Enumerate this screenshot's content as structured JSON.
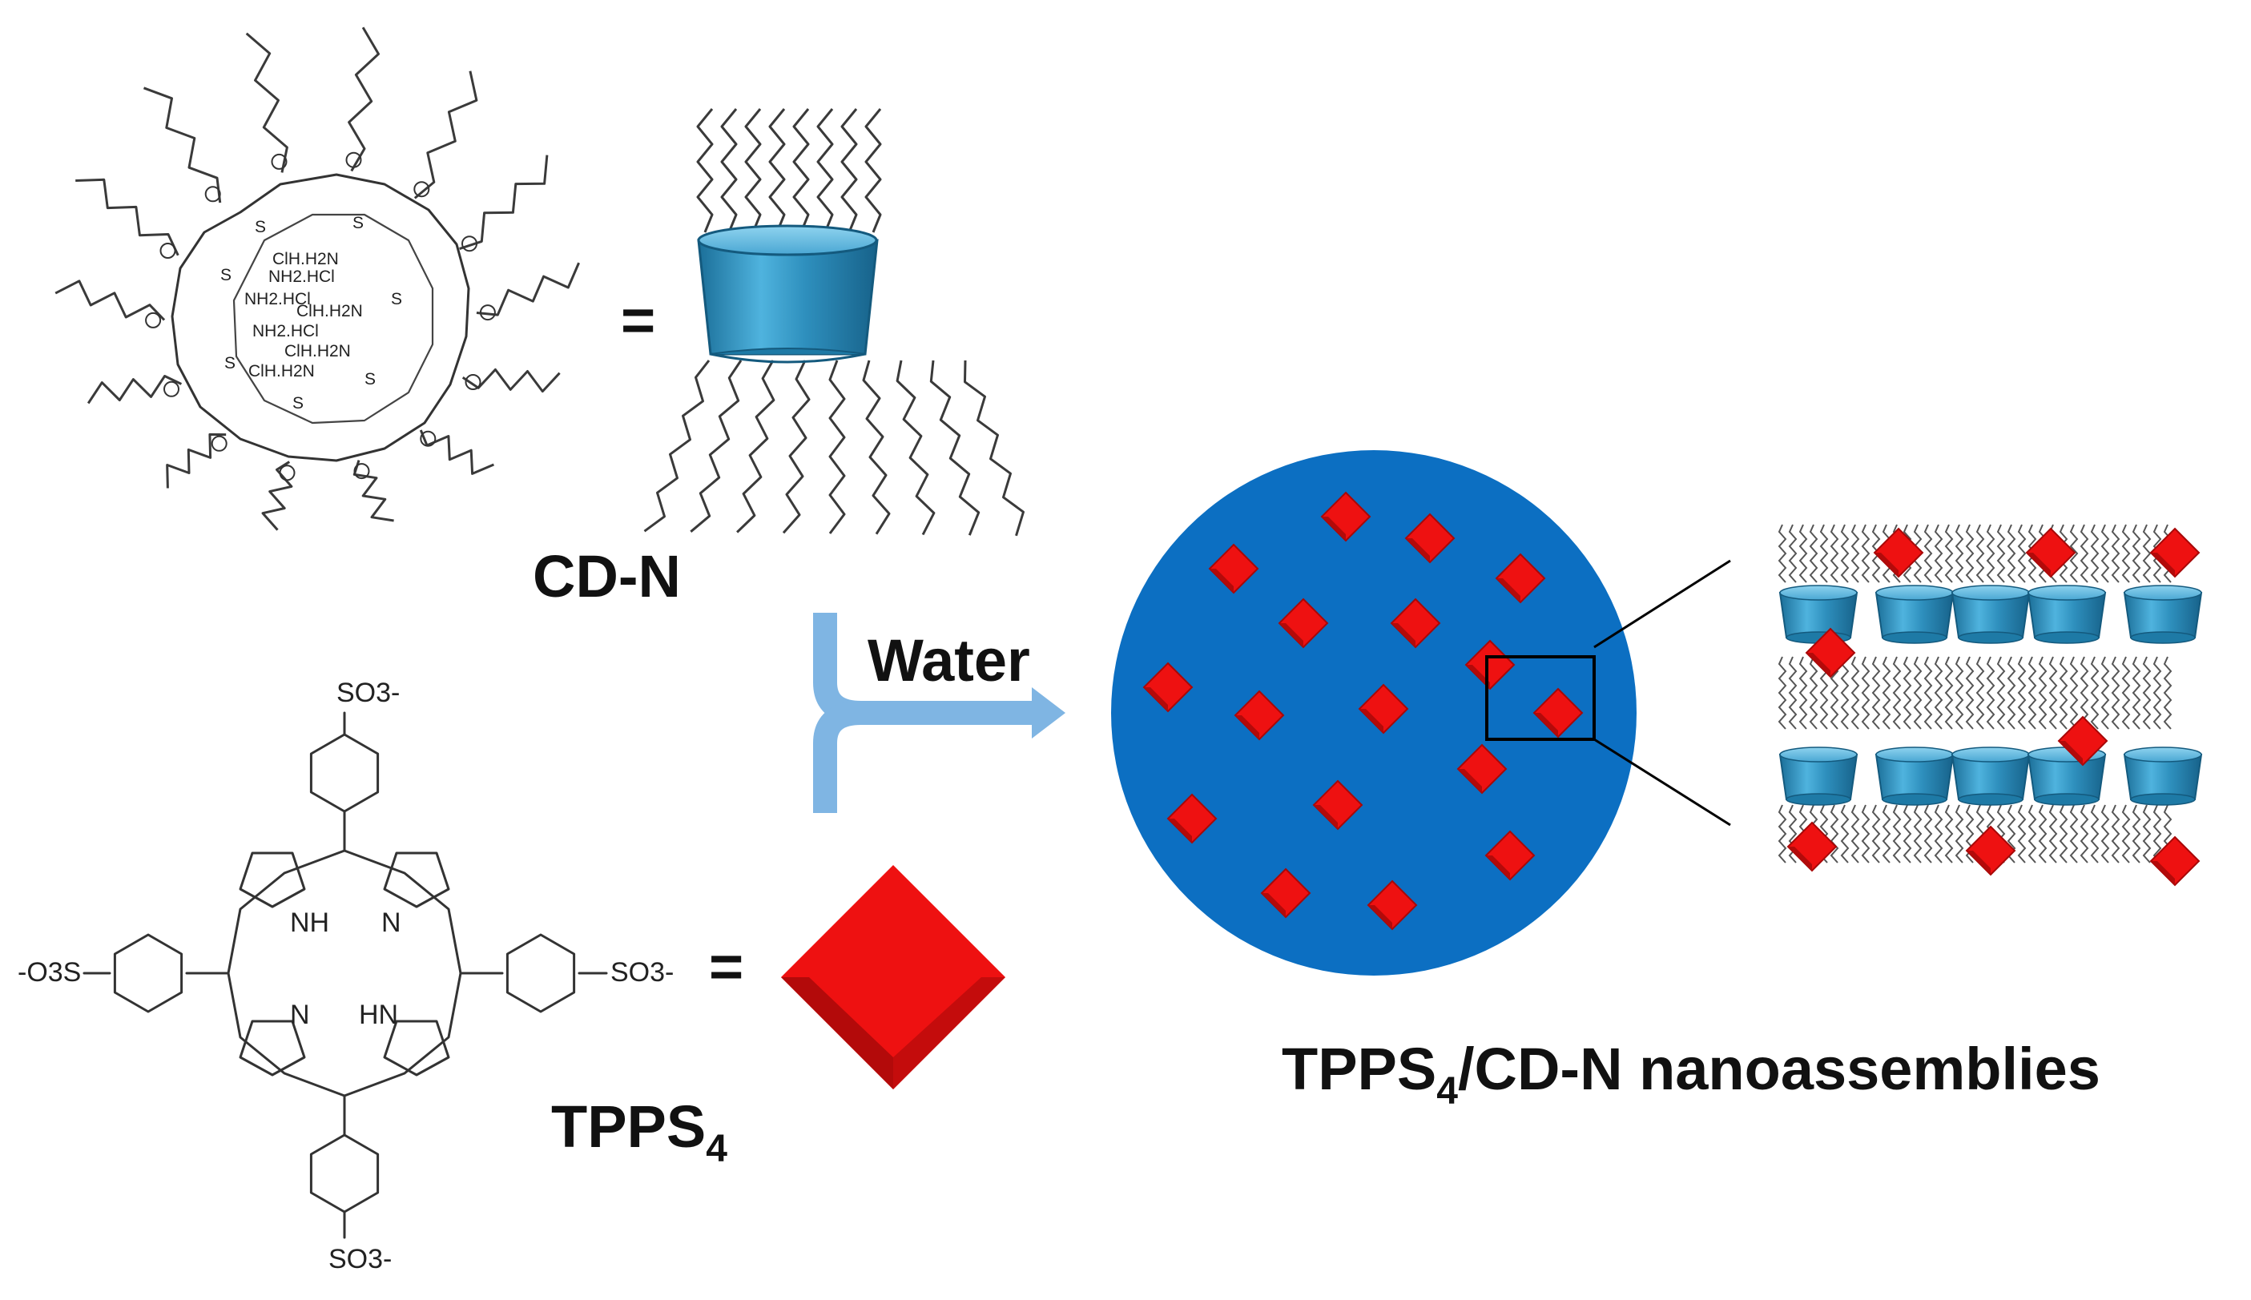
{
  "labels": {
    "cdn": "CD-N",
    "tpps_main": "TPPS",
    "tpps_sub": "4",
    "water": "Water",
    "assembly_main": "TPPS",
    "assembly_sub": "4",
    "assembly_rest": "/CD-N nanoassemblies",
    "equals_1": "=",
    "equals_2": "="
  },
  "cdn_structure": {
    "interior_labels": [
      "ClH.H",
      "2",
      "N",
      "NH",
      "2",
      ".HCl",
      "ClH.H",
      "2",
      "N",
      "NH",
      "2",
      ".HCl",
      "ClH.H",
      "2",
      "N",
      "NH",
      "2",
      ".HCl",
      "ClH.H",
      "2",
      "N"
    ],
    "atoms": [
      "O",
      "S"
    ]
  },
  "tpps_structure": {
    "top_group": "SO3-",
    "bottom_group": "SO3-",
    "left_group": "-O3S",
    "right_group": "SO3-",
    "nh_1": "NH",
    "n_1": "N",
    "n_2": "N",
    "hn_1": "HN"
  },
  "colors": {
    "cd_blue": "#2e8fbd",
    "cd_light": "#6ec3e6",
    "sphere_blue": "#0c6fc2",
    "diamond_red": "#ee1111",
    "diamond_dark": "#a80808",
    "arrow_blue": "#7fb5e3"
  }
}
